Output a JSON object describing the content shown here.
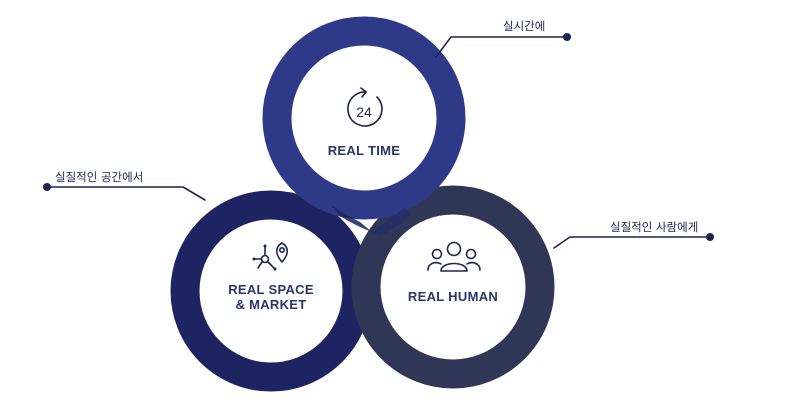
{
  "circles": {
    "time": {
      "title": "REAL TIME",
      "icon": "clock-24-icon",
      "icon_text": "24",
      "ring_color": "#2e3a87",
      "callout": "실시간에"
    },
    "space": {
      "title_line1": "REAL SPACE",
      "title_line2": "& MARKET",
      "icon": "location-network-icon",
      "ring_color": "#1d2461",
      "callout": "실질적인 공간에서"
    },
    "human": {
      "title": "REAL HUMAN",
      "icon": "people-group-icon",
      "ring_color": "#2f3656",
      "callout": "실질적인 사람에게"
    }
  },
  "colors": {
    "time_ring": "#2e3a87",
    "space_ring": "#1d2461",
    "human_ring": "#2f3656",
    "overlap": "#1b225d",
    "text": "#2b356e",
    "line": "#1f2550"
  }
}
